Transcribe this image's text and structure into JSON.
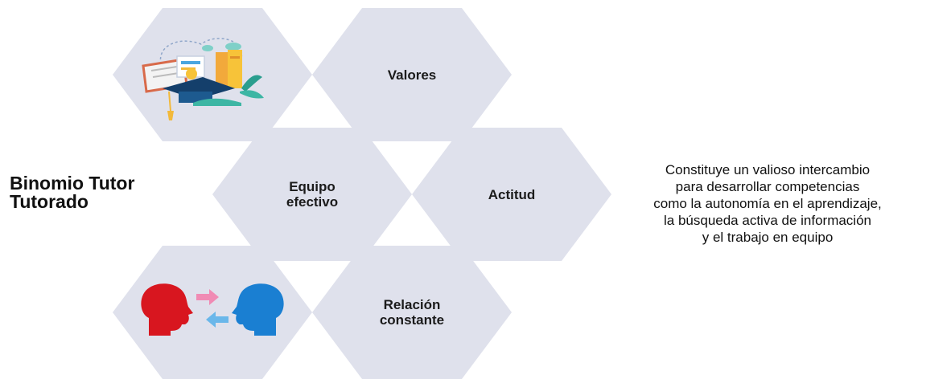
{
  "diagram": {
    "title": "Binomio Tutor\nTutorado",
    "hexagons": [
      {
        "id": "books",
        "label": "",
        "icon": "graduation-books-icon"
      },
      {
        "id": "valores",
        "label": "Valores"
      },
      {
        "id": "equipo",
        "label": "Equipo\nefectivo"
      },
      {
        "id": "actitud",
        "label": "Actitud"
      },
      {
        "id": "heads",
        "label": "",
        "icon": "exchange-heads-icon"
      },
      {
        "id": "relacion",
        "label": "Relación\nconstante"
      }
    ],
    "description": "Constituye un valioso intercambio\npara desarrollar competencias\ncomo la autonomía en el aprendizaje,\nla búsqueda activa de información\ny el trabajo en equipo"
  },
  "colors": {
    "hex_fill": "#dfe1ec",
    "text": "#1b1b1b",
    "head_red": "#d8161f",
    "head_blue": "#1a7fd2",
    "arrow_pink": "#f08bb4",
    "arrow_blue": "#6ab7ea"
  }
}
